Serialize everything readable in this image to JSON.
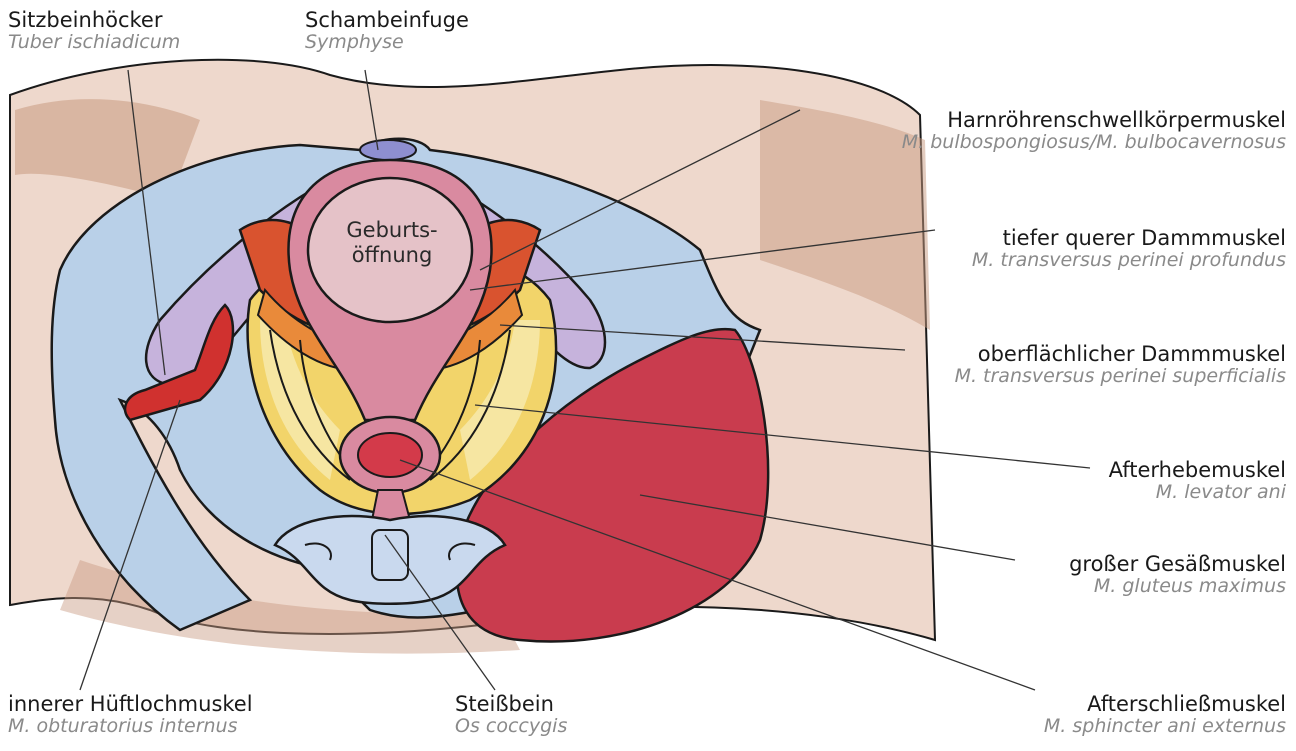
{
  "labels": {
    "tuber": {
      "german": "Sitzbeinhöcker",
      "latin": "Tuber ischiadicum"
    },
    "symphyse": {
      "german": "Schambeinfuge",
      "latin": "Symphyse"
    },
    "bulbo": {
      "german": "Harnröhrenschwellkörpermuskel",
      "latin": "M. bulbospongiosus/M. bulbocavernosus"
    },
    "tief": {
      "german": "tiefer querer Dammmuskel",
      "latin": "M. transversus perinei profundus"
    },
    "oberfl": {
      "german": "oberflächlicher Dammmuskel",
      "latin": "M. transversus perinei superficialis"
    },
    "levator": {
      "german": "Afterhebemuskel",
      "latin": "M. levator ani"
    },
    "gluteus": {
      "german": "großer Gesäßmuskel",
      "latin": "M. gluteus maximus"
    },
    "obturator": {
      "german": "innerer Hüftlochmuskel",
      "latin": "M. obturatorius internus"
    },
    "steiss": {
      "german": "Steißbein",
      "latin": "Os coccygis"
    },
    "sphincter": {
      "german": "Afterschließmuskel",
      "latin": "M. sphincter ani externus"
    }
  },
  "center_label": {
    "line1": "Geburts-",
    "line2": "öffnung"
  }
}
